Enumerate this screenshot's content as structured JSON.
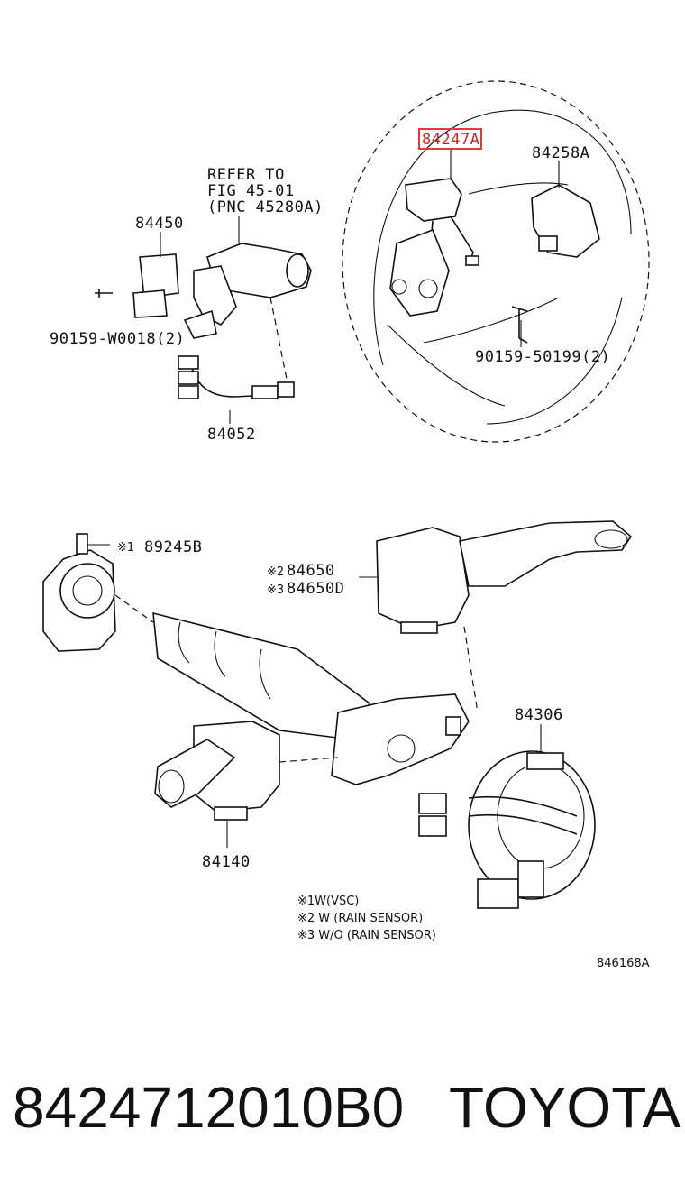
{
  "labels": {
    "p84247a": "84247A",
    "p84258a": "84258A",
    "refer1": "REFER TO",
    "refer2": "FIG  45-01",
    "refer3": "(PNC  45280A)",
    "p84450": "84450",
    "p90159w": "90159-W0018(2)",
    "p90159_50199": "90159-50199(2)",
    "p84052": "84052",
    "mark1": "※1",
    "p89245b": "89245B",
    "mark2": "※2",
    "p84650": "84650",
    "mark3": "※3",
    "p84650d": "84650D",
    "p84306": "84306",
    "p84140": "84140",
    "note1": "※1W(VSC)",
    "note2": "※2 W (RAIN SENSOR)",
    "note3": "※3 W/O (RAIN SENSOR)",
    "figcode": "846168A"
  },
  "highlight_color": "#e53935",
  "footer": {
    "part_number": "8424712010B0",
    "brand": "TOYOTA"
  }
}
